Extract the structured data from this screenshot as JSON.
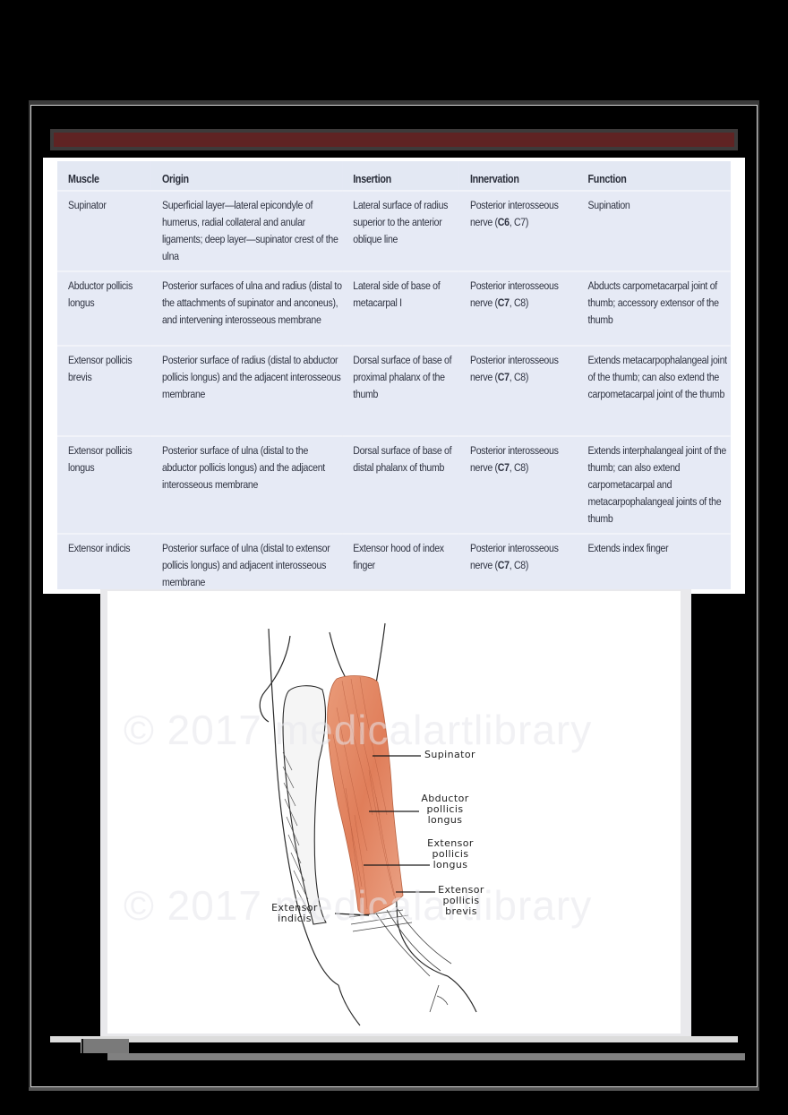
{
  "table": {
    "headers": [
      "Muscle",
      "Origin",
      "Insertion",
      "Innervation",
      "Function"
    ],
    "rows": [
      {
        "muscle": "Supinator",
        "origin": "Superficial layer—lateral epicondyle of humerus, radial collateral and anular ligaments; deep layer—supinator crest of the ulna",
        "insertion": "Lateral surface of radius superior to the anterior oblique line",
        "innervation_prefix": "Posterior interosseous nerve (",
        "innervation_bold": "C6",
        "innervation_suffix": ", C7)",
        "function": "Supination"
      },
      {
        "muscle": "Abductor pollicis longus",
        "origin": "Posterior surfaces of ulna and radius (distal to the attachments of supinator and anconeus), and intervening interosseous membrane",
        "insertion": "Lateral side of base of metacarpal I",
        "innervation_prefix": "Posterior interosseous nerve (",
        "innervation_bold": "C7",
        "innervation_suffix": ", C8)",
        "function": "Abducts carpometacarpal joint of thumb; accessory extensor of the thumb"
      },
      {
        "muscle": "Extensor pollicis brevis",
        "origin": "Posterior surface of radius (distal to abductor pollicis longus) and the adjacent interosseous membrane",
        "insertion": "Dorsal surface of base of proximal phalanx of the thumb",
        "innervation_prefix": "Posterior interosseous nerve (",
        "innervation_bold": "C7",
        "innervation_suffix": ", C8)",
        "function": "Extends metacarpophalangeal joint of the thumb; can also extend the carpometacarpal joint of the thumb"
      },
      {
        "muscle": "Extensor pollicis longus",
        "origin": "Posterior surface of ulna (distal to the abductor pollicis longus) and the adjacent interosseous membrane",
        "insertion": "Dorsal surface of base of distal phalanx of thumb",
        "innervation_prefix": "Posterior interosseous nerve (",
        "innervation_bold": "C7",
        "innervation_suffix": ", C8)",
        "function": "Extends interphalangeal joint of the thumb; can also extend carpometacarpal and metacarpophalangeal joints of the thumb"
      },
      {
        "muscle": "Extensor indicis",
        "origin": "Posterior surface of ulna (distal to extensor pollicis longus) and adjacent interosseous membrane",
        "insertion": "Extensor hood of index finger",
        "innervation_prefix": "Posterior interosseous nerve (",
        "innervation_bold": "C7",
        "innervation_suffix": ", C8)",
        "function": "Extends index finger"
      }
    ]
  },
  "figure": {
    "watermark": "© 2017 medicalartlibrary",
    "labels": {
      "supinator": "Supinator",
      "abductor_pollicis_longus": [
        "Abductor",
        "pollicis",
        "longus"
      ],
      "extensor_pollicis_longus": [
        "Extensor",
        "pollicis",
        "longus"
      ],
      "extensor_pollicis_brevis": [
        "Extensor",
        "pollicis",
        "brevis"
      ],
      "extensor_indicis": [
        "Extensor",
        "indicis"
      ]
    },
    "muscle_color": "#e38a66"
  },
  "colors": {
    "title_band": "#5f2323",
    "table_bg": "#e6eaf5",
    "page_bg": "#000000"
  }
}
